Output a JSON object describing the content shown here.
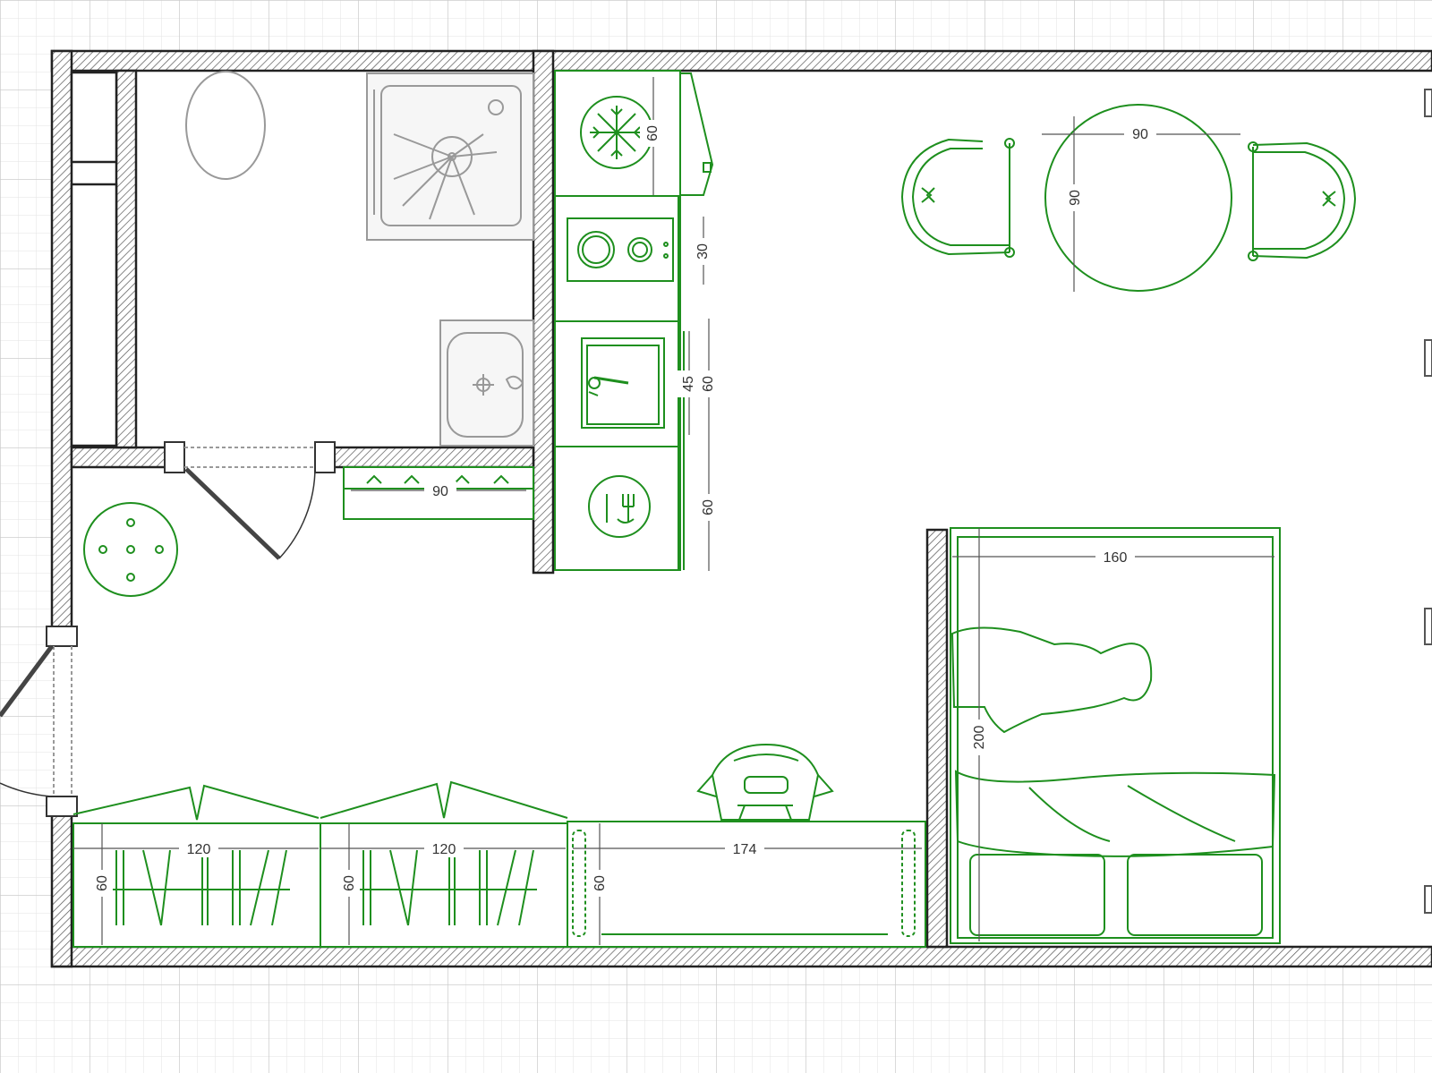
{
  "colors": {
    "furniture": "#1e8f1e",
    "wall": "#222222",
    "grid_minor": "#e3e3e3",
    "grid_major": "#cdcdcd",
    "fixture": "#9a9a9a"
  },
  "dimensions": {
    "fridge_depth": "60",
    "cooktop_width": "30",
    "sink_width": "45",
    "sink_depth": "60",
    "dishwasher_depth": "60",
    "hall_shelf_width": "90",
    "table_width": "90",
    "table_depth": "90",
    "bed_width": "160",
    "bed_length": "200",
    "wardrobe_1_width": "120",
    "wardrobe_1_depth": "60",
    "wardrobe_2_width": "120",
    "wardrobe_2_depth": "60",
    "desk_width": "174",
    "desk_depth": "60"
  }
}
